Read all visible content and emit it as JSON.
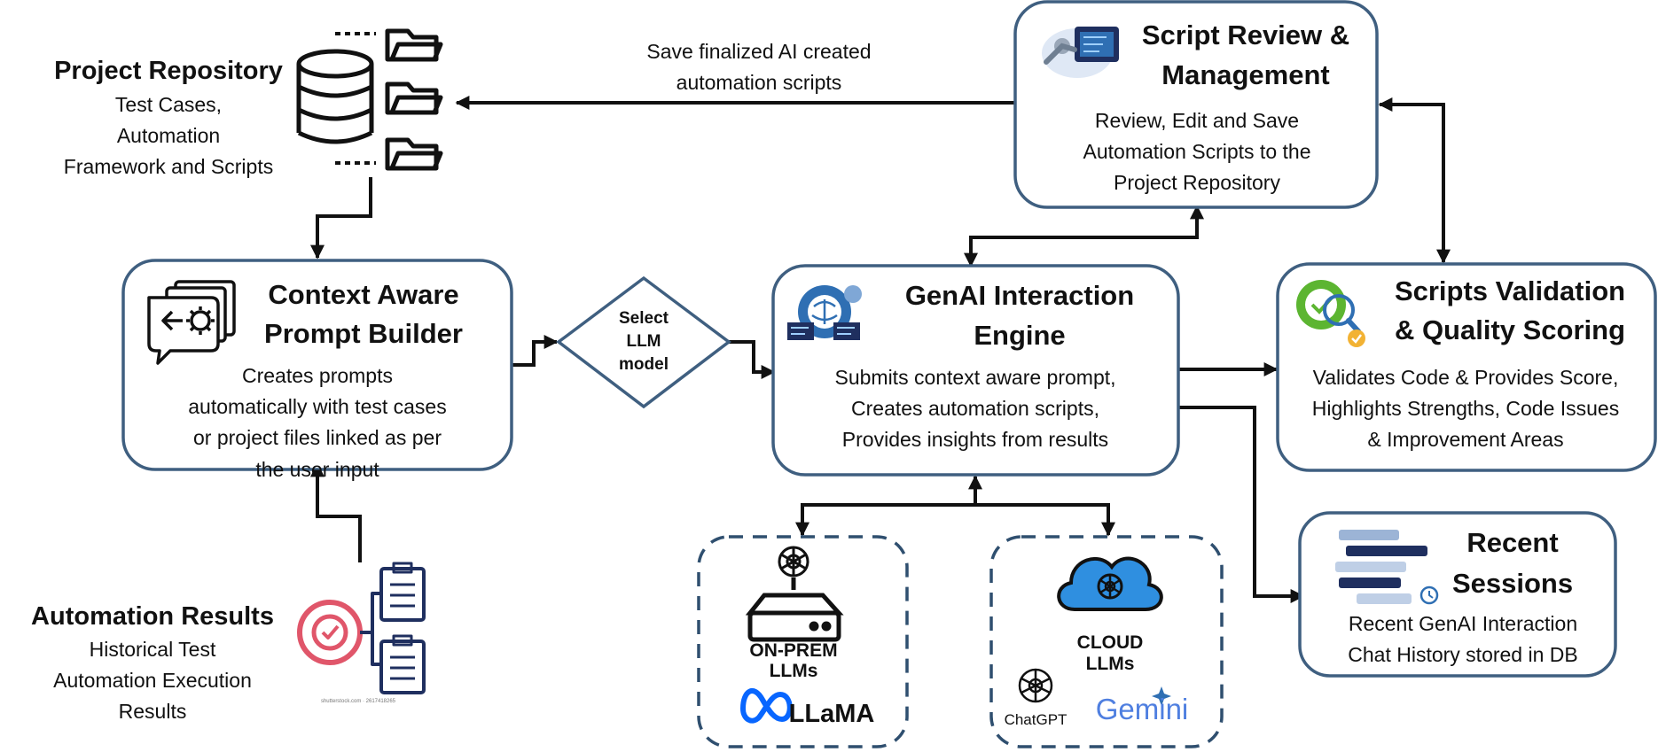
{
  "repository": {
    "title": "Project Repository",
    "lines": [
      "Test Cases,",
      "Automation",
      "Framework and Scripts"
    ]
  },
  "save_arrow_label": [
    "Save finalized AI created",
    "automation scripts"
  ],
  "review": {
    "title": [
      "Script Review &",
      "Management"
    ],
    "lines": [
      "Review, Edit and Save",
      "Automation Scripts to the",
      "Project Repository"
    ]
  },
  "prompt_builder": {
    "title": [
      "Context Aware",
      "Prompt Builder"
    ],
    "lines": [
      "Creates prompts",
      "automatically with test cases",
      "or project files linked as per",
      "the user input"
    ]
  },
  "select_llm": [
    "Select",
    "LLM",
    "model"
  ],
  "engine": {
    "title": [
      "GenAI Interaction",
      "Engine"
    ],
    "lines": [
      "Submits context aware prompt,",
      "Creates automation scripts,",
      "Provides insights from results"
    ]
  },
  "validation": {
    "title": [
      "Scripts Validation",
      "& Quality Scoring"
    ],
    "lines": [
      "Validates Code & Provides Score,",
      "Highlights Strengths, Code Issues",
      "& Improvement Areas"
    ]
  },
  "sessions": {
    "title": [
      "Recent",
      "Sessions"
    ],
    "lines": [
      "Recent GenAI Interaction",
      "Chat History stored in DB"
    ]
  },
  "results": {
    "title": "Automation Results",
    "lines": [
      "Historical Test",
      "Automation Execution",
      "Results"
    ],
    "watermark": "shutterstock.com · 2617418265"
  },
  "onprem": {
    "lines": [
      "ON-PREM",
      "LLMs"
    ],
    "logo": "LLaMA"
  },
  "cloud": {
    "lines": [
      "CLOUD",
      "LLMs"
    ],
    "logo_chatgpt": "ChatGPT",
    "logo_gemini": "Gemini"
  },
  "colors": {
    "box_border": "#3f5f80",
    "dashed_border": "#2f4f6f",
    "arrow": "#111111",
    "icon_blue": "#2f6fb3",
    "icon_green": "#5cb531",
    "icon_red": "#e0566a",
    "icon_navy": "#1f2f5f",
    "meta_blue": "#0866ff",
    "gemini_blue": "#4f7fe0"
  },
  "icons": [
    "database-icon",
    "folder-icon",
    "prompt-builder-icon",
    "ai-engine-icon",
    "robot-arm-icon",
    "validation-gear-icon",
    "chat-history-icon",
    "automation-results-icon",
    "server-icon",
    "cloud-icon",
    "openai-logo-icon",
    "meta-logo-icon",
    "gemini-logo-icon"
  ]
}
